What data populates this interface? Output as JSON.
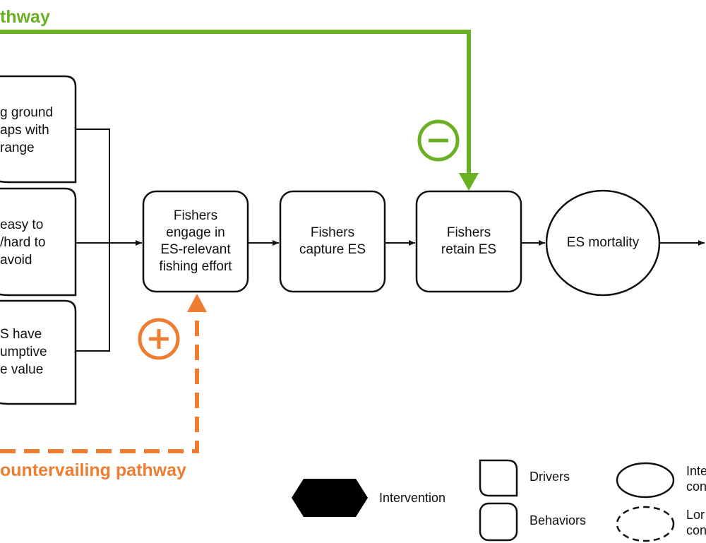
{
  "pathways": {
    "main": {
      "label": "thway",
      "color": "#6ab023"
    },
    "countervailing": {
      "label": "ountervailing pathway",
      "color": "#ed7d31"
    }
  },
  "signs": {
    "main": "minus-sign",
    "countervailing": "plus-sign"
  },
  "drivers": [
    {
      "text": "g ground\naps with\n range"
    },
    {
      "text": "easy to\n/hard to\navoid"
    },
    {
      "text": "S have\numptive\ne value"
    }
  ],
  "behaviors": [
    {
      "text": "Fishers\nengage in\nES-relevant\nfishing effort"
    },
    {
      "text": "Fishers\ncapture ES"
    },
    {
      "text": "Fishers\nretain ES"
    }
  ],
  "outcome": {
    "text": "ES mortality"
  },
  "legend": {
    "intervention": "Intervention",
    "drivers": "Drivers",
    "behaviors": "Behaviors",
    "intermediate": "Inte\ncon",
    "longterm": "Lor\ncon"
  }
}
